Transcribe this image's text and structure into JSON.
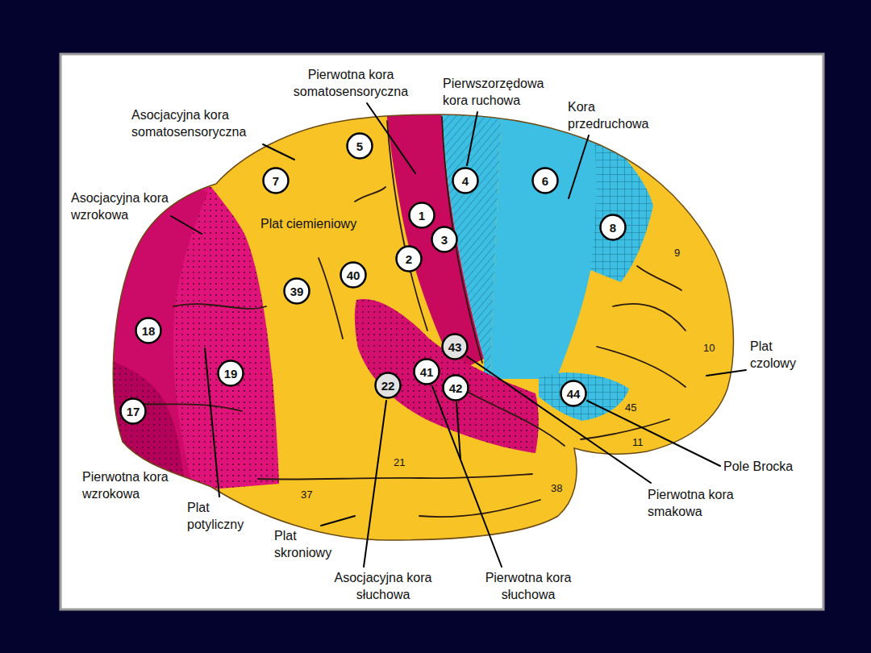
{
  "diagram": {
    "nodes": [
      {
        "text": [
          "5"
        ]
      },
      {
        "text": [
          "7"
        ]
      },
      {
        "text": [
          "4"
        ]
      },
      {
        "text": [
          "6"
        ]
      },
      {
        "text": [
          "1"
        ]
      },
      {
        "text": [
          "8"
        ]
      },
      {
        "text": [
          "3"
        ]
      },
      {
        "text": [
          "2"
        ]
      },
      {
        "text": [
          "40"
        ]
      },
      {
        "text": [
          "39"
        ]
      },
      {
        "text": [
          "18"
        ]
      },
      {
        "text": [
          "43"
        ]
      },
      {
        "text": [
          "41"
        ]
      },
      {
        "text": [
          "19"
        ]
      },
      {
        "text": [
          "22"
        ]
      },
      {
        "text": [
          "42"
        ]
      },
      {
        "text": [
          "44"
        ]
      },
      {
        "text": [
          "17"
        ]
      }
    ],
    "labels": [
      "Pierwotna kora somatosensoryczna",
      "Pierwszorzędowa kora ruchowa",
      "Kora przedruchowa",
      "Asocjacyjna kora somatosensoryczna",
      "Asocjacyjna kora wzrokowa",
      "Plat ciemieniowy",
      "9",
      "10",
      "Plat czolowy",
      "45",
      "11",
      "Pole Brocka",
      "21",
      "Pierwotna kora wzrokowa",
      "38",
      "37",
      "Pierwotna kora smakowa",
      "Plat potyliczny",
      "Plat skroniowy",
      "Asocjacyjna kora słuchowa",
      "Pierwotna kora słuchowa"
    ]
  }
}
